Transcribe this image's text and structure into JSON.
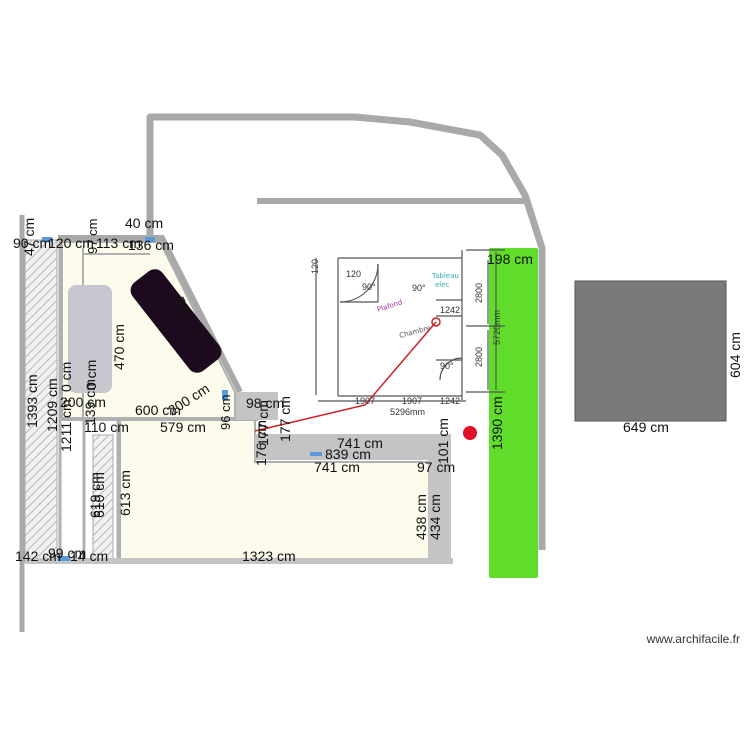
{
  "plan": {
    "watermark": "www.archifacile.fr",
    "colors": {
      "wall": "#a9a9a9",
      "room_fill": "#fdfbec",
      "hatch": "#b8b8b8",
      "lawn": "#5fdd2a",
      "annex": "#7a7a7a",
      "dark_object": "#1e0a1e",
      "grey_block": "#c7c7cf",
      "sketch_line": "#cc2222"
    },
    "labels": {
      "d_40": "40 cm",
      "d_90": "90 cm",
      "d_120": "120 cm",
      "d_113": "113 cm",
      "d_136": "136 cm",
      "d_47": "47 cm",
      "d_97top": "97 cm",
      "d_198": "198 cm",
      "d_604": "604 cm",
      "d_649": "649 cm",
      "d_500": "500 cm",
      "d_470": "470 cm",
      "d_200": "200 cm",
      "d_200b": "200 cm",
      "d_600": "600 cm",
      "d_579": "579 cm",
      "d_96": "96 cm",
      "d_98": "98 cm",
      "d_110": "110 cm",
      "d_1393": "1393 cm",
      "d_1209": "1209 cm",
      "d_1211": "1211 cm",
      "d_139": "139 cm",
      "d_0a": "0 cm",
      "d_0b": "0 cm",
      "d_177a": "177 cm",
      "d_177b": "177 cm",
      "d_176": "176 cm",
      "d_741a": "741 cm",
      "d_839": "839 cm",
      "d_741b": "741 cm",
      "d_97": "97 cm",
      "d_101": "101 cm",
      "d_1390": "1390 cm",
      "d_613": "613 cm",
      "d_619": "619 cm",
      "d_610": "610 cm",
      "d_438": "438 cm",
      "d_434": "434 cm",
      "d_1323": "1323 cm",
      "d_142": "142 cm",
      "d_99": "99 cm",
      "d_14": "14 cm"
    },
    "sketch": {
      "s_120a": "120",
      "s_120b": "120",
      "s_2800a": "2800",
      "s_2800b": "2800",
      "s_5720": "5720mm",
      "s_1907a": "1907",
      "s_1907b": "1907",
      "s_1242a": "1242",
      "s_1242b": "1242",
      "s_5296": "5296mm",
      "s_90a": "90°",
      "s_90b": "90°",
      "s_90c": "90°",
      "s_note1": "Tableau",
      "s_note2": "elec",
      "s_note3": "Plafond",
      "s_note4": "Chambre"
    }
  }
}
